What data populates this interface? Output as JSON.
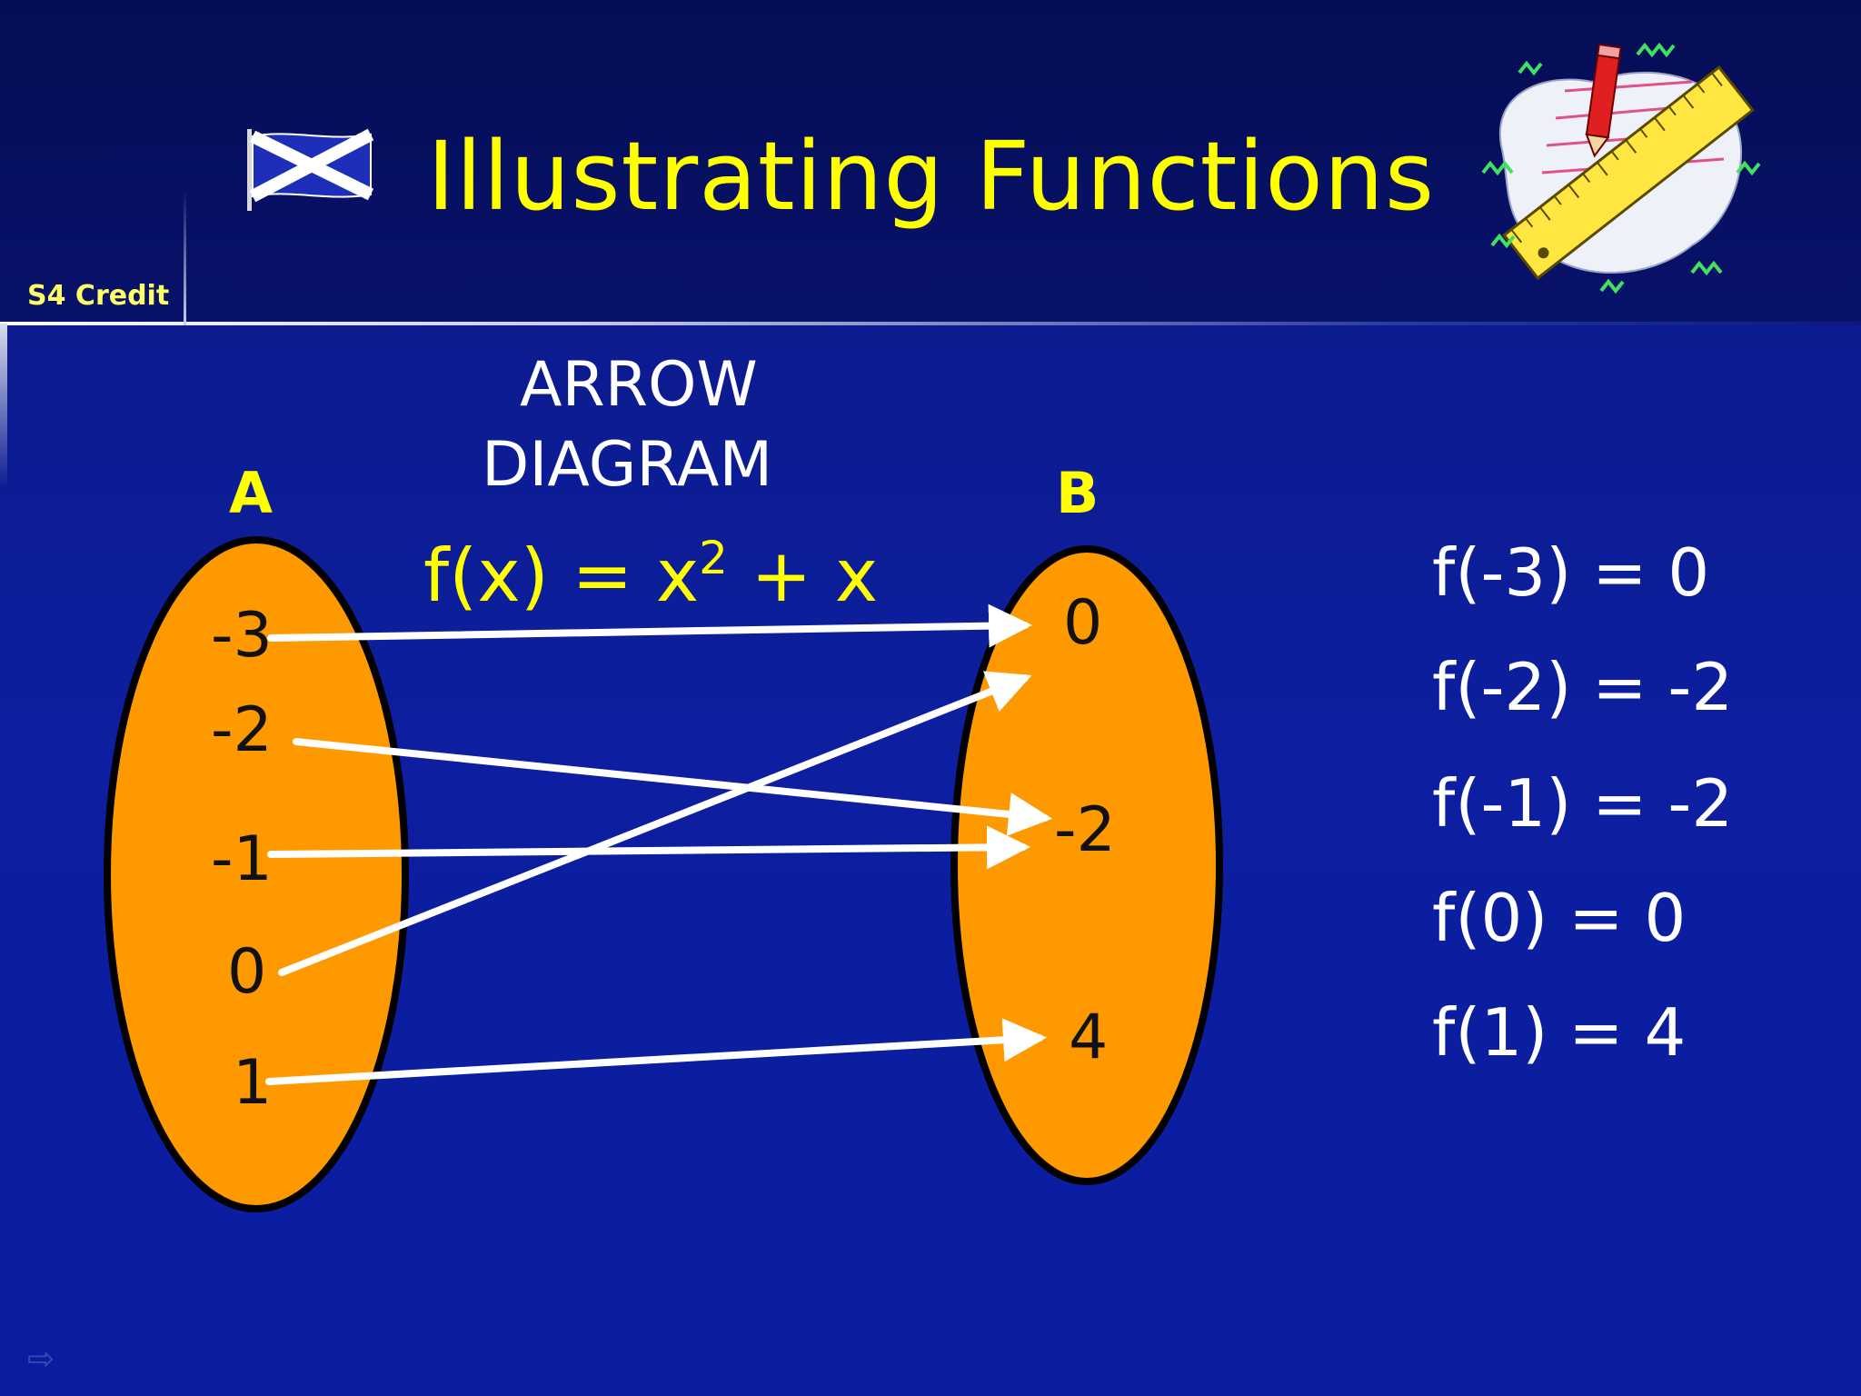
{
  "slide": {
    "title": "Illustrating Functions",
    "course_label": "S4 Credit",
    "icons": {
      "flag": "scottish-saltire-flag-icon",
      "clipart": "pencil-and-ruler-clipart-icon",
      "nav": "next-slide-arrow-icon"
    },
    "nav_glyph": "⇨"
  },
  "diagram": {
    "heading_line1": "ARROW",
    "heading_line2": "DIAGRAM",
    "formula_main": "f(x) = x",
    "formula_exponent": "2",
    "formula_tail": " + x",
    "set_a": {
      "label": "A",
      "elements": [
        "-3",
        "-2",
        "-1",
        "0",
        "1"
      ]
    },
    "set_b": {
      "label": "B",
      "elements": [
        "0",
        "-2",
        "4"
      ]
    },
    "mappings": [
      {
        "from": "-3",
        "to": "0"
      },
      {
        "from": "-2",
        "to": "-2"
      },
      {
        "from": "-1",
        "to": "-2"
      },
      {
        "from": "0",
        "to": "0"
      },
      {
        "from": "1",
        "to": "4"
      }
    ],
    "equations": [
      "f(-3) = 0",
      "f(-2) = -2",
      "f(-1) = -2",
      "f(0) = 0",
      "f(1) = 4"
    ]
  },
  "colors": {
    "background": "#0d1fa0",
    "header": "#060f60",
    "title": "#ffff00",
    "set_fill": "#ff9900",
    "set_outline": "#000000",
    "arrow": "#ffffff",
    "text": "#ffffff"
  }
}
